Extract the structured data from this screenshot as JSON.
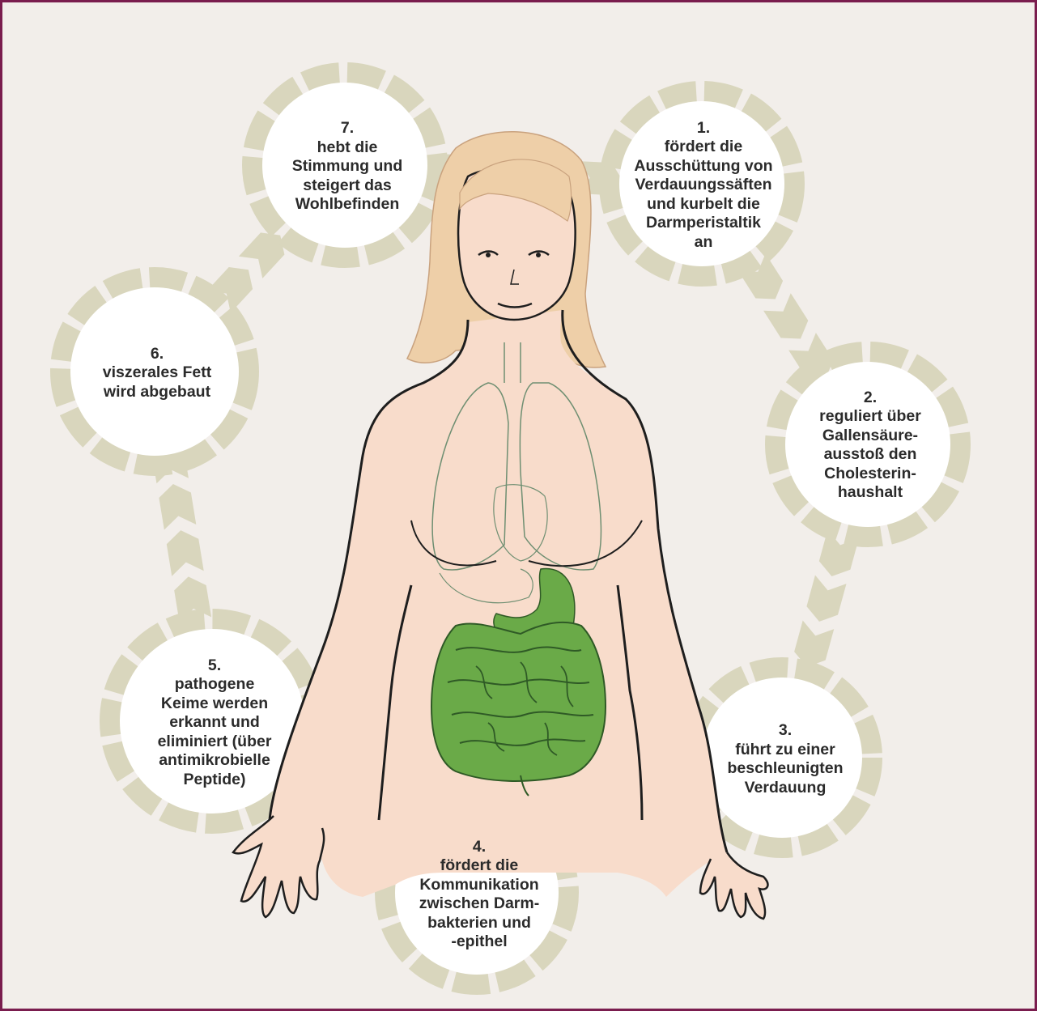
{
  "colors": {
    "background": "#f2eeea",
    "border": "#7a1d4e",
    "cycle_ring": "#d9d6bd",
    "circle_fill": "#ffffff",
    "skin": "#f8dccb",
    "outline": "#1e1e1e",
    "organ_line": "#6f8f72",
    "intestine": "#6aaa48",
    "hair": "#eecfa8"
  },
  "steps": [
    {
      "number": "1.",
      "text": "fördert die\nAusschüttung von\nVerdauungssäften\nund kurbelt die\nDarmperistaltik\nan"
    },
    {
      "number": "2.",
      "text": "reguliert über\nGallensäure-\nausstoß den\nCholesterin-\nhaushalt"
    },
    {
      "number": "3.",
      "text": "führt zu einer\nbeschleunigten\nVerdauung"
    },
    {
      "number": "4.",
      "text": "fördert die\nKommunikation\nzwischen Darm-\nbakterien und\n-epithel"
    },
    {
      "number": "5.",
      "text": "pathogene\nKeime werden\nerkannt und\neliminiert (über\nantimikrobielle\nPeptide)"
    },
    {
      "number": "6.",
      "text": "viszerales Fett\nwird abgebaut"
    },
    {
      "number": "7.",
      "text": "hebt die\nStimmung und\nsteigert das\nWohlbefinden"
    }
  ],
  "icons": {
    "figure": "woman-torso-illustration",
    "intestine": "intestine-icon",
    "arrows": "cycle-arrow-icon"
  }
}
